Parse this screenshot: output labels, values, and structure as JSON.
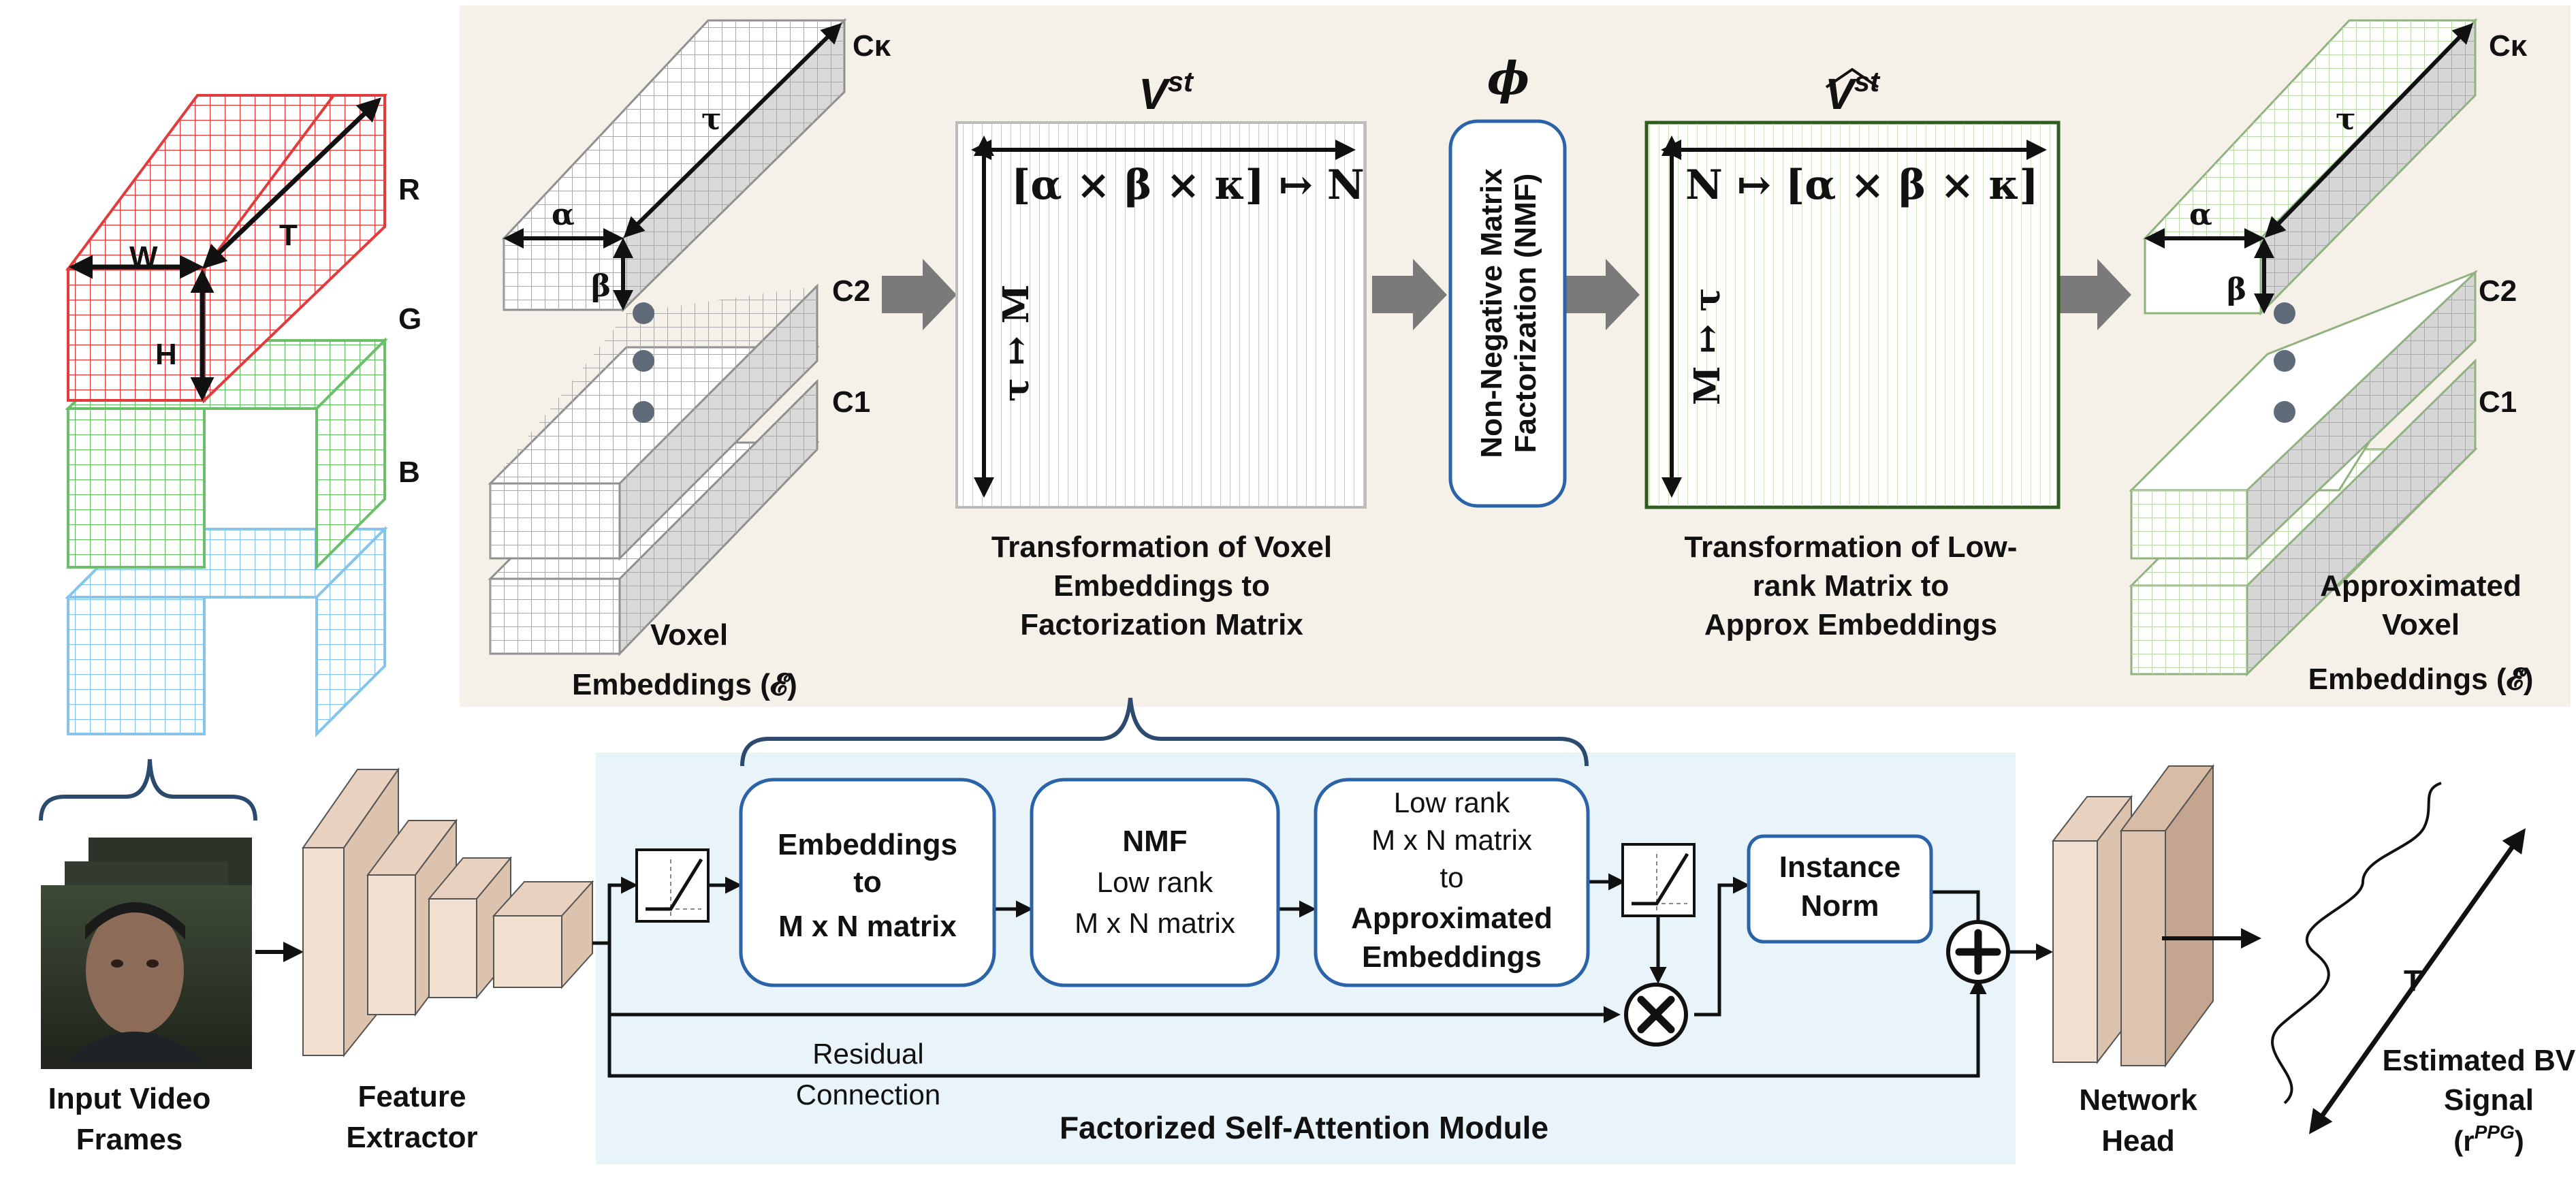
{
  "colors": {
    "panel_bg": "#f6f1e8",
    "module_bg": "#e9f3fa",
    "red": "#e23b3b",
    "green": "#6cbf6a",
    "blue": "#86c4ec",
    "gray": "#8f8f8f",
    "box_border": "#2a63a8",
    "matrix_border": "#2f5d1f",
    "arrow_gray": "#7a7a7a",
    "tan_front": "#f1dfcf",
    "tan_side": "#dbc3ae",
    "tan_top": "#e8d2bf"
  },
  "rgb_cube": {
    "labels": {
      "R": "R",
      "G": "G",
      "B": "B",
      "W": "W",
      "H": "H",
      "T": "T"
    }
  },
  "voxel_embeddings": {
    "dims": {
      "alpha": "α",
      "beta": "β",
      "tau": "τ"
    },
    "channels": {
      "ck": "Cκ",
      "c2": "C2",
      "c1": "C1"
    },
    "caption_line1": "Voxel",
    "caption_line2": "Embeddings (𝓔)"
  },
  "matrix_vst": {
    "title": "V",
    "title_sup": "st",
    "map_top": "[α × β × κ] ↦ N",
    "map_side": "τ ↦ M",
    "caption": [
      "Transformation of Voxel",
      "Embeddings to",
      "Factorization Matrix"
    ]
  },
  "nmf_box": {
    "symbol": "ϕ",
    "text_line1": "Non-Negative Matrix",
    "text_line2": "Factorization (NMF)"
  },
  "matrix_vst_hat": {
    "title": "V",
    "title_sup": "st",
    "map_top": "N ↦ [α × β × κ]",
    "map_side": "M ↦ τ",
    "caption": [
      "Transformation of Low-",
      "rank Matrix to",
      "Approx Embeddings"
    ]
  },
  "approx_embeddings": {
    "dims": {
      "alpha": "α",
      "beta": "β",
      "tau": "τ"
    },
    "channels": {
      "ck": "Cκ",
      "c2": "C2",
      "c1": "C1"
    },
    "caption_line1": "Approximated",
    "caption_line2": "Voxel",
    "caption_line3": "Embeddings (𝓔̂)"
  },
  "pipeline": {
    "input_label": [
      "Input Video",
      "Frames"
    ],
    "feature_extractor_label": [
      "Feature",
      "Extractor"
    ],
    "module_title": "Factorized Self-Attention Module",
    "box1": [
      "Embeddings",
      "to",
      "M x N matrix"
    ],
    "box2": [
      "NMF",
      "Low rank",
      "M x N matrix"
    ],
    "box3": [
      "Low rank",
      "M x N matrix",
      "to",
      "Approximated",
      "Embeddings"
    ],
    "instance_norm": [
      "Instance",
      "Norm"
    ],
    "residual": [
      "Residual",
      "Connection"
    ],
    "network_head_label": [
      "Network",
      "Head"
    ],
    "signal_axis": "T",
    "signal_label": [
      "Estimated BVP",
      "Signal"
    ],
    "signal_symbol": "(r",
    "signal_symbol_sup": "PPG",
    "signal_symbol_close": ")"
  }
}
